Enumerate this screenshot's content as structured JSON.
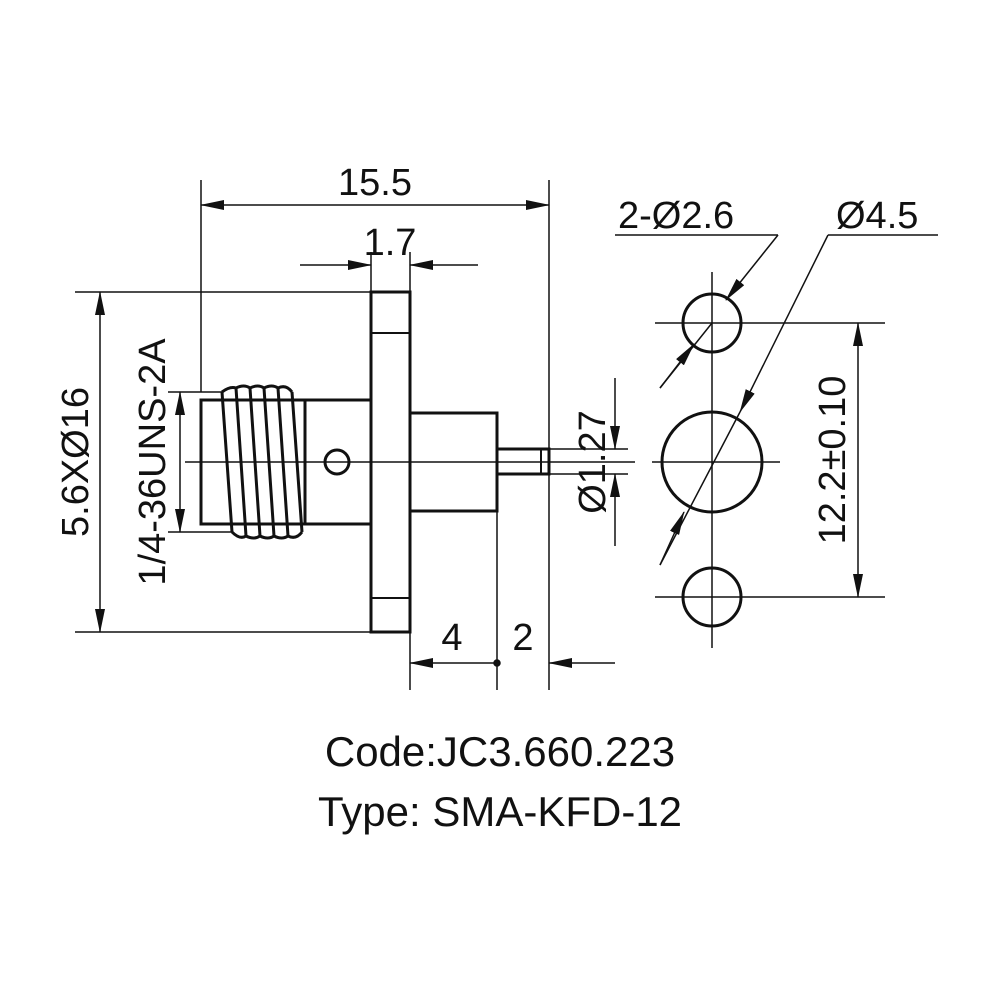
{
  "dimensions": {
    "overall_length": "15.5",
    "flange_thickness": "1.7",
    "flange_size": "5.6XØ16",
    "thread": "1/4-36UNS-2A",
    "pin_diameter": "Ø1.27",
    "length_4": "4",
    "length_2": "2",
    "mount_holes": "2-Ø2.6",
    "center_hole": "Ø4.5",
    "hole_spacing": "12.2±0.10"
  },
  "caption": {
    "code": "Code:JC3.660.223",
    "type": "Type: SMA-KFD-12"
  },
  "colors": {
    "line": "#111111",
    "background": "#ffffff"
  }
}
